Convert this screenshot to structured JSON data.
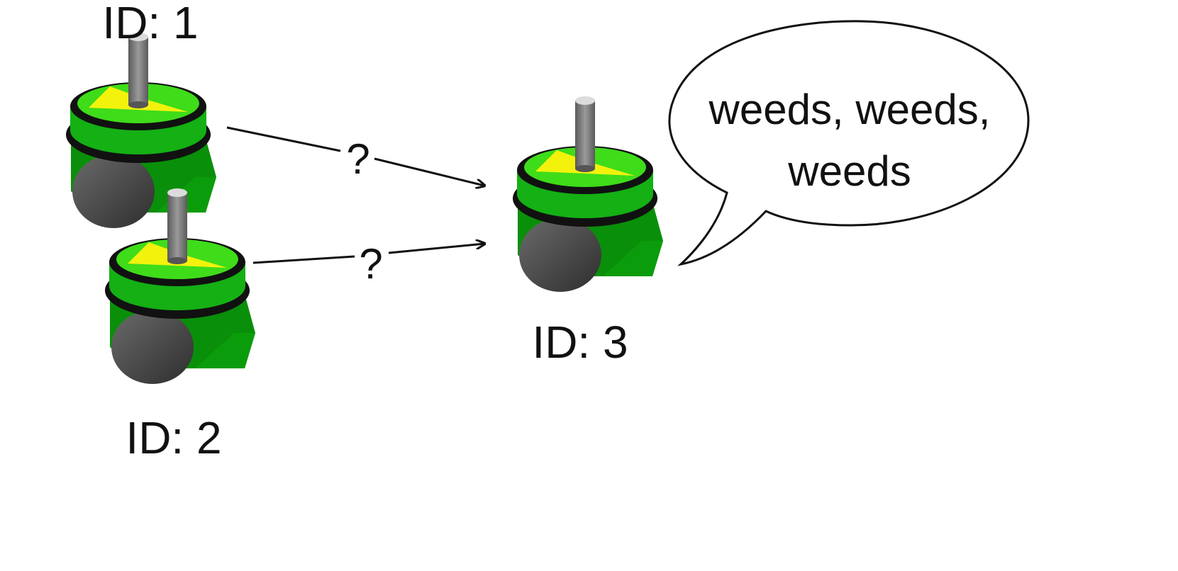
{
  "robots": [
    {
      "id_label": "ID: 1"
    },
    {
      "id_label": "ID: 2"
    },
    {
      "id_label": "ID: 3"
    }
  ],
  "arrows": [
    {
      "label": "?"
    },
    {
      "label": "?"
    }
  ],
  "speech_bubble": {
    "line1": "weeds, weeds,",
    "line2": "weeds"
  },
  "colors": {
    "body_green": "#0a9a0a",
    "top_green": "#3fdc1a",
    "wedge_yellow": "#f2f20c",
    "ring_black": "#111111",
    "wheel_gray": "#555555",
    "antenna_gray": "#7a7a7a"
  }
}
